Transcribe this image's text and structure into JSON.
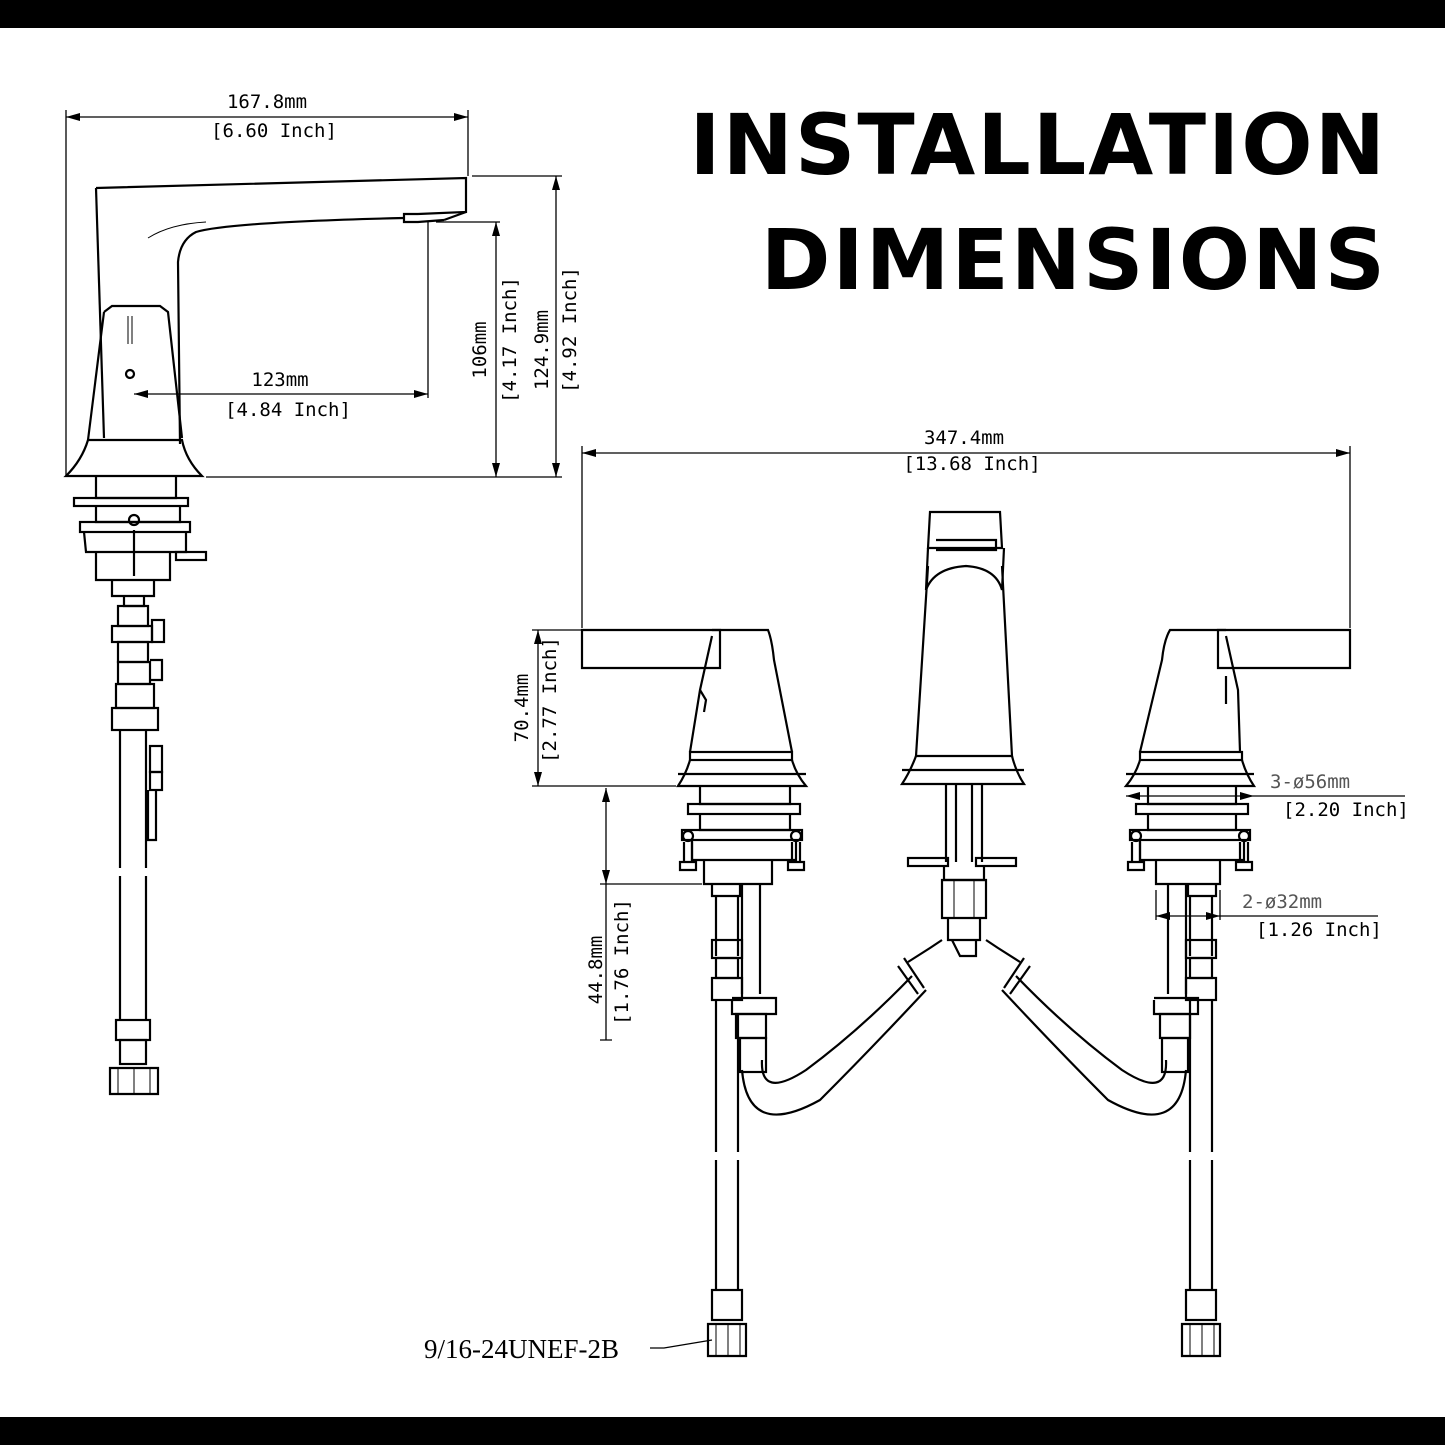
{
  "title": {
    "line1": "INSTALLATION",
    "line2": "DIMENSIONS"
  },
  "dimensions": {
    "spout_reach_total": {
      "mm": "167.8mm",
      "inch": "[6.60 Inch]"
    },
    "spout_reach": {
      "mm": "123mm",
      "inch": "[4.84 Inch]"
    },
    "spout_height": {
      "mm": "106mm",
      "inch": "[4.17 Inch]"
    },
    "total_height": {
      "mm": "124.9mm",
      "inch": "[4.92 Inch]"
    },
    "overall_width": {
      "mm": "347.4mm",
      "inch": "[13.68 Inch]"
    },
    "handle_height": {
      "mm": "70.4mm",
      "inch": "[2.77 Inch]"
    },
    "shank_length": {
      "mm": "44.8mm",
      "inch": "[1.76 Inch]"
    },
    "base_diameter": {
      "mm": "3-ø56mm",
      "inch": "[2.20 Inch]"
    },
    "shank_diameter": {
      "mm": "2-ø32mm",
      "inch": "[1.26 Inch]"
    }
  },
  "thread_spec": "9/16-24UNEF-2B"
}
